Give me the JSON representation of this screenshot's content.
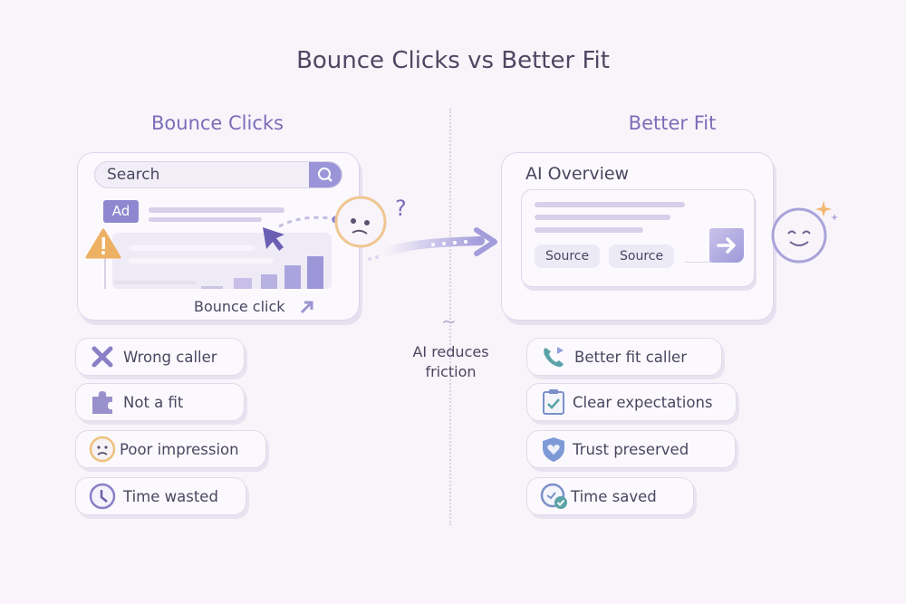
{
  "title": "Bounce Clicks vs Better Fit",
  "left": {
    "heading": "Bounce Clicks",
    "search_placeholder": "Search",
    "ad_badge": "Ad",
    "bounce_label": "Bounce click",
    "question": "?",
    "items": [
      {
        "label": "Wrong caller",
        "icon": "x-icon"
      },
      {
        "label": "Not a fit",
        "icon": "puzzle-icon"
      },
      {
        "label": "Poor impression",
        "icon": "sad-face-icon"
      },
      {
        "label": "Time wasted",
        "icon": "clock-icon"
      }
    ]
  },
  "center": {
    "squiggle": "~",
    "label_line1": "AI reduces",
    "label_line2": "friction"
  },
  "right": {
    "heading": "Better Fit",
    "card_title": "AI Overview",
    "sources": [
      "Source",
      "Source"
    ],
    "items": [
      {
        "label": "Better fit caller",
        "icon": "phone-icon"
      },
      {
        "label": "Clear expectations",
        "icon": "clipboard-check-icon"
      },
      {
        "label": "Trust preserved",
        "icon": "shield-heart-icon"
      },
      {
        "label": "Time saved",
        "icon": "clock-check-icon"
      }
    ]
  },
  "colors": {
    "accent": "#7a6eb8",
    "warning": "#eab060",
    "teal": "#5aa3a8"
  }
}
